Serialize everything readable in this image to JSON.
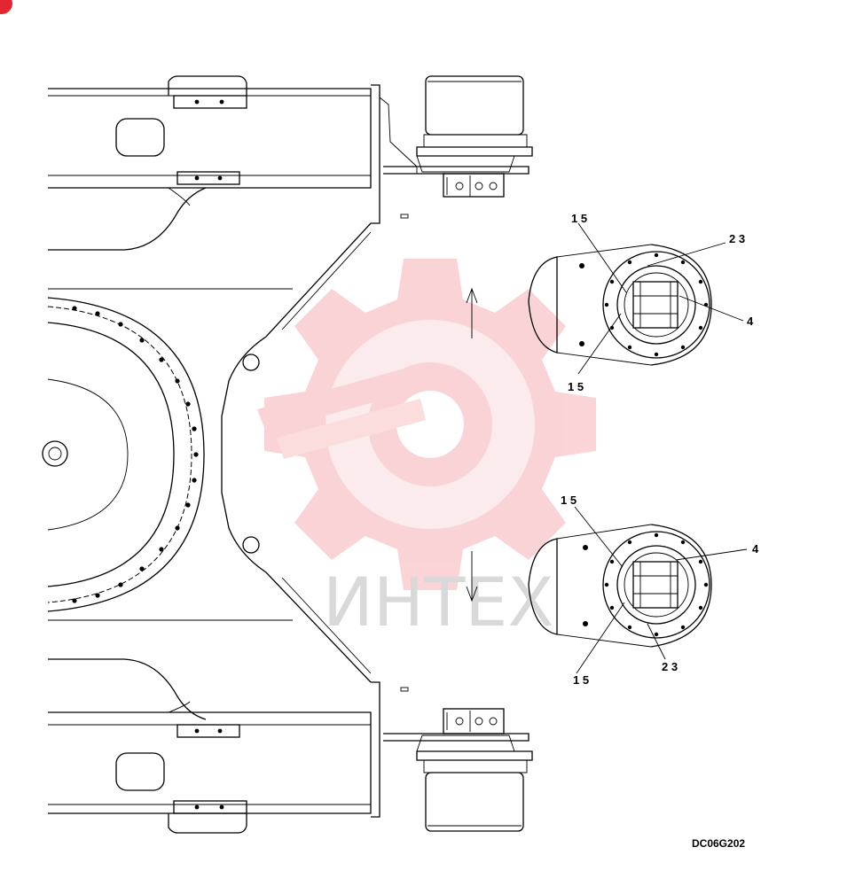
{
  "drawing_code": "DC06G202",
  "watermark_text": "ИНТЕХ",
  "colors": {
    "line": "#000000",
    "watermark_gear": "#f7c4c6",
    "watermark_text": "#d9d9d9",
    "corner_mark": "#e3262f"
  },
  "callouts_upper": {
    "left_top": "1 5",
    "right_top": "2 3",
    "right_mid": "4",
    "left_bottom": "1 5"
  },
  "callouts_lower": {
    "left_top": "1 5",
    "right_top": "4",
    "right_bottom": "2 3",
    "left_bottom": "1 5"
  }
}
